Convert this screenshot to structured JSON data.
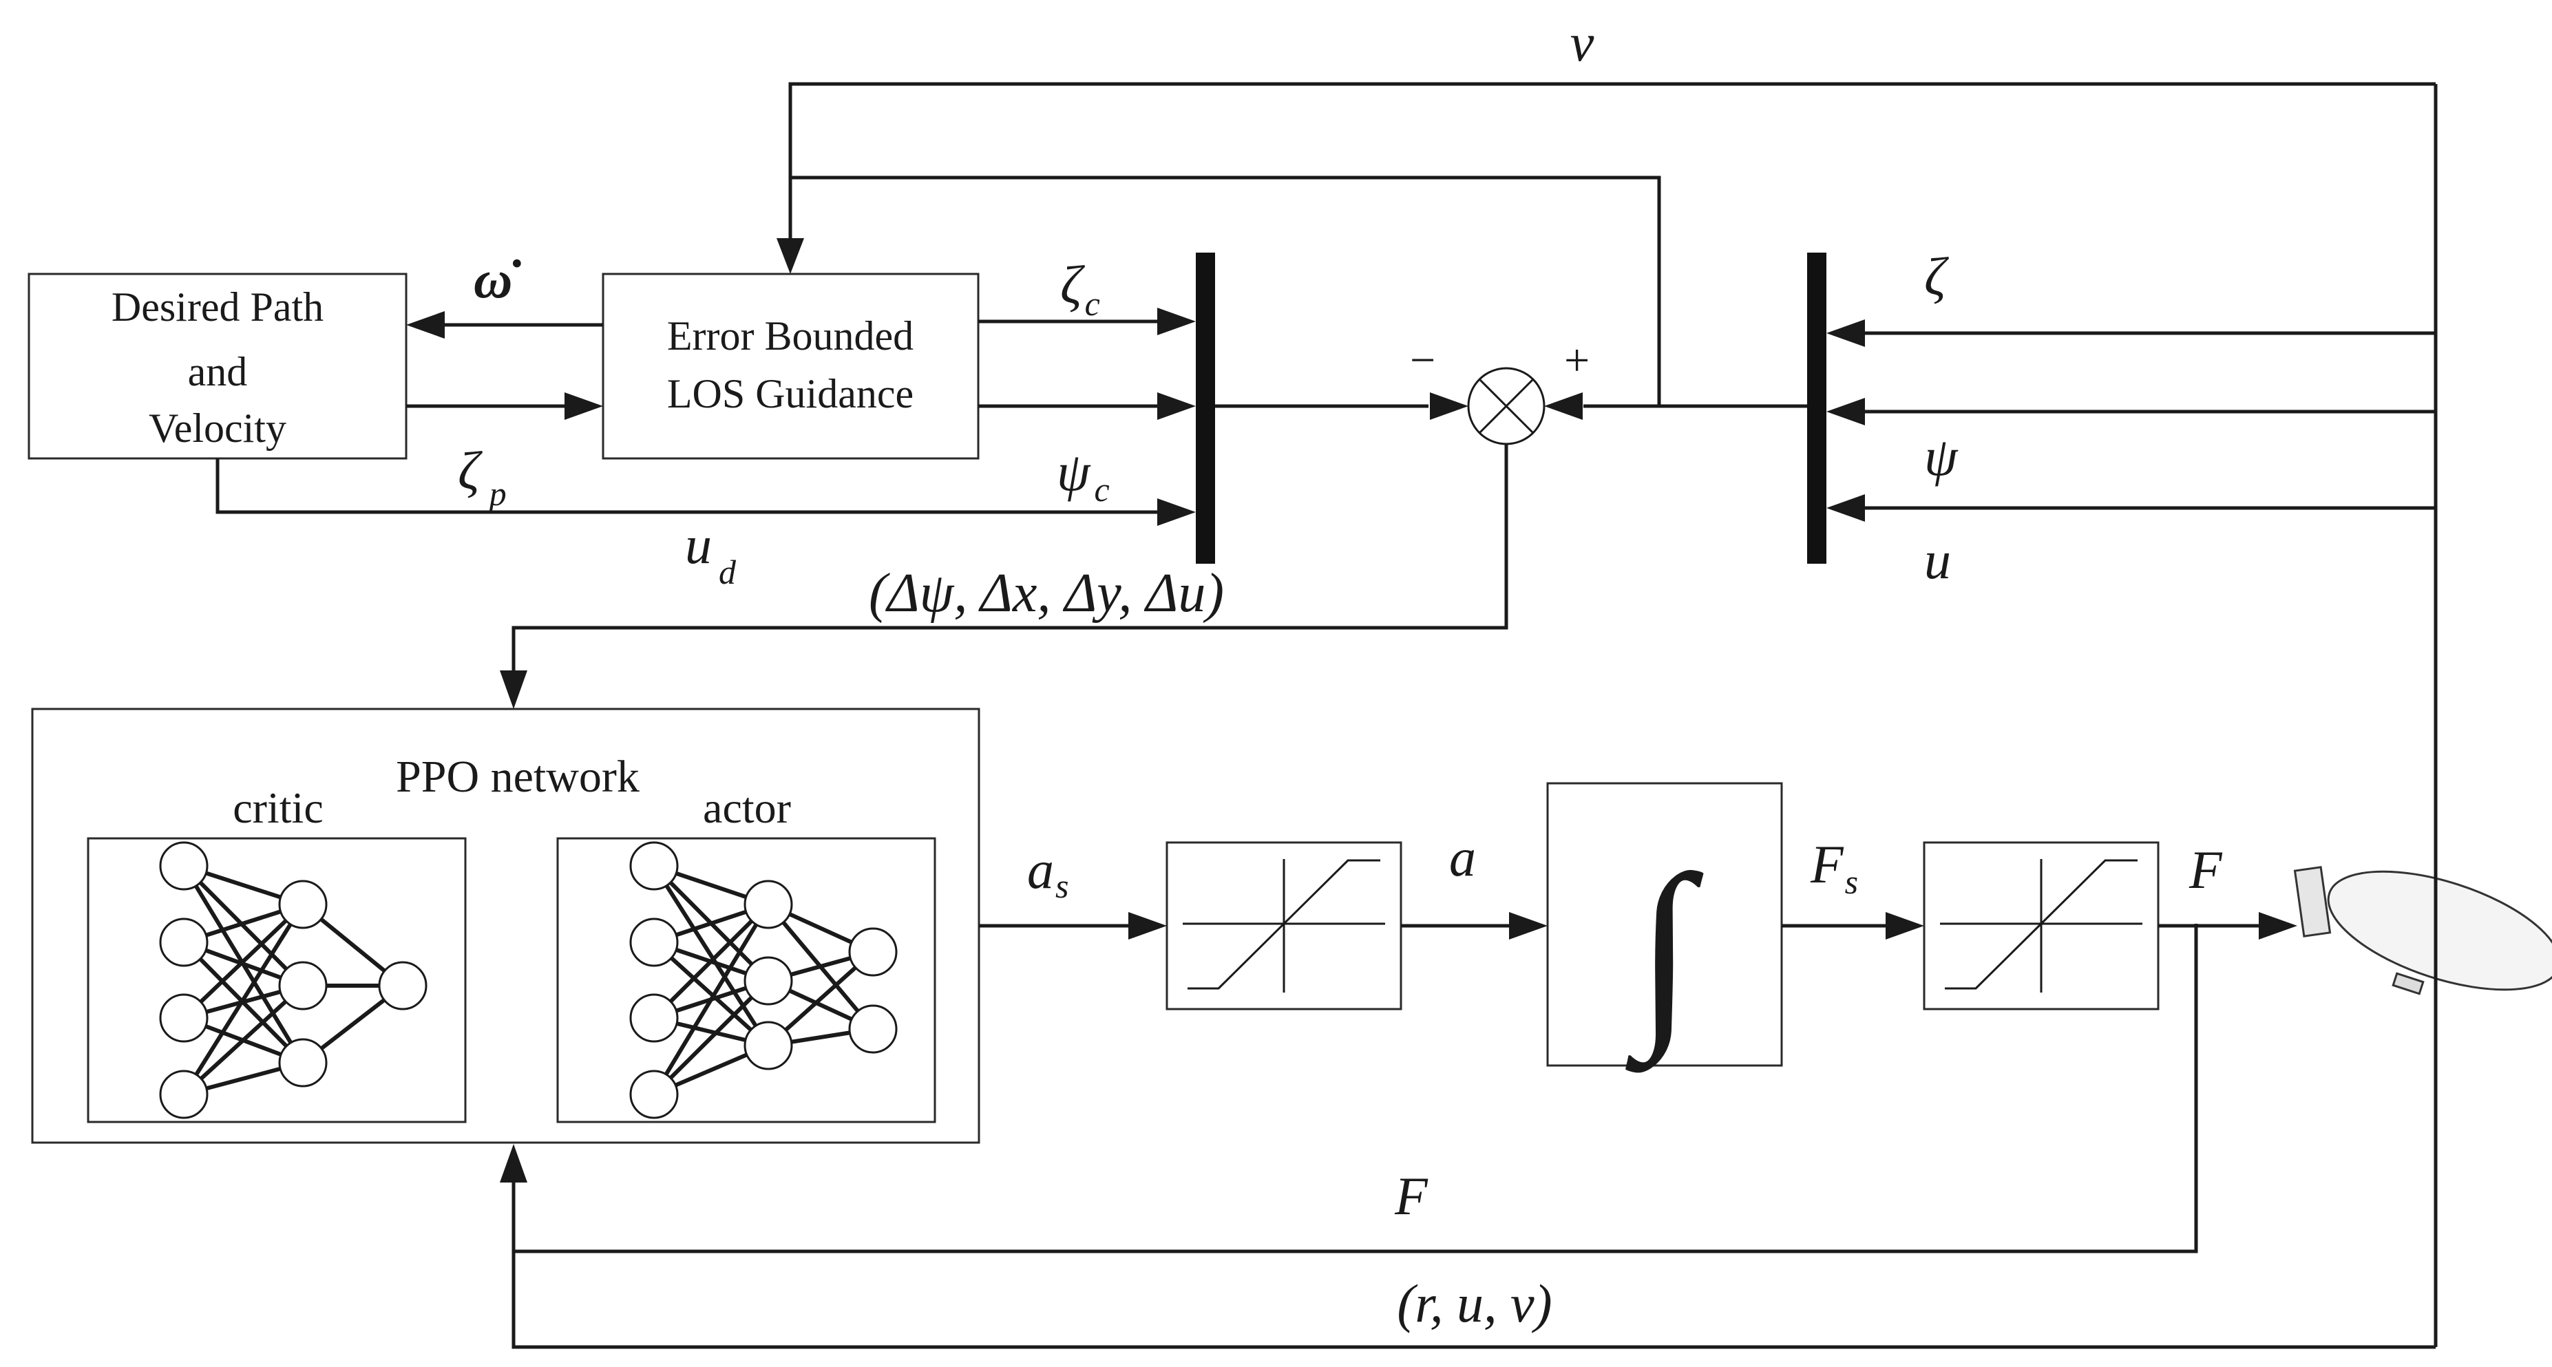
{
  "blocks": {
    "desired_path": [
      "Desired Path",
      "and",
      "Velocity"
    ],
    "los_guidance": [
      "Error Bounded",
      "LOS Guidance"
    ],
    "ppo": {
      "title": "PPO network",
      "critic": "critic",
      "actor": "actor"
    }
  },
  "signals": {
    "v": "v",
    "omega_dot": "ω̇",
    "zeta_c": {
      "base": "ζ",
      "sub": "c"
    },
    "zeta_p": {
      "base": "ζ",
      "sub": "p"
    },
    "psi_c": {
      "base": "ψ",
      "sub": "c"
    },
    "u_d": {
      "base": "u",
      "sub": "d"
    },
    "error_vector": "(Δψ, Δx, Δy, Δu)",
    "minus": "−",
    "plus": "+",
    "zeta": "ζ",
    "psi": "ψ",
    "u": "u",
    "a_s": {
      "base": "a",
      "sub": "s"
    },
    "a": "a",
    "integral": "∫",
    "F_s": {
      "base": "F",
      "sub": "s"
    },
    "F_out": "F",
    "F_feedback": "F",
    "feedback_state": "(r, u, v)"
  },
  "colors": {
    "line": "#1a1a1a",
    "box_stroke": "#2a2a2a",
    "vehicle_fill": "#f4f4f4"
  }
}
